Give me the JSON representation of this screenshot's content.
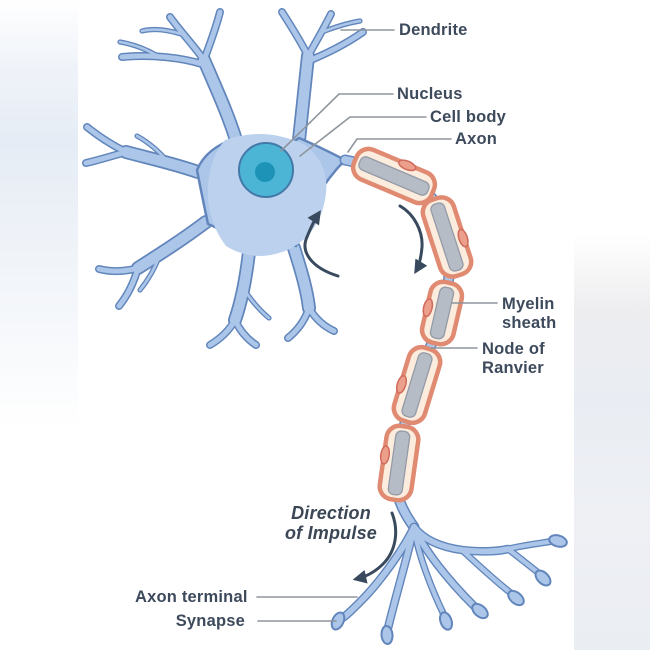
{
  "figure": {
    "type": "labeled-diagram",
    "subject": "Neuron (nerve cell) anatomy"
  },
  "labels": {
    "dendrite": "Dendrite",
    "nucleus": "Nucleus",
    "cell_body": "Cell body",
    "axon": "Axon",
    "myelin_sheath": {
      "line1": "Myelin",
      "line2": "sheath"
    },
    "node_of_ranvier": {
      "line1": "Node of",
      "line2": "Ranvier"
    },
    "direction_of_impulse": {
      "line1": "Direction",
      "line2": "of Impulse"
    },
    "axon_terminal": "Axon terminal",
    "synapse": "Synapse"
  },
  "colors": {
    "label_text": "#3d4a5c",
    "leader_line": "#8e959d",
    "neuron_fill": "#abc6e9",
    "neuron_outline": "#6286bb",
    "soma_inner": "#bbd1ee",
    "nucleus_fill": "#4cb5d6",
    "nucleus_outline": "#4379a8",
    "nucleolus_fill": "#1d93b8",
    "myelin_outline": "#e08a72",
    "myelin_fill": "#fbecdd",
    "axon_core": "#b6bcc6",
    "axon_core_outline": "#949ba7",
    "schwann_nucleus": "#ec9f8a",
    "schwann_nucleus_outline": "#d06a5c",
    "arrow": "#3a4a5e"
  }
}
